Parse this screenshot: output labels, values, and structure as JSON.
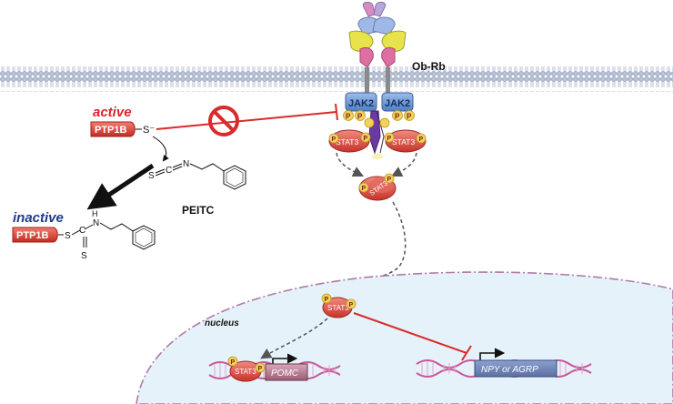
{
  "labels": {
    "receptor": "Ob-Rb",
    "kinase": "JAK2",
    "phospho": "P",
    "stat": "STAT3",
    "enzyme": "PTP1B",
    "active": "active",
    "inactive": "inactive",
    "inhibitor": "PEITC",
    "nucleus": "nucleus",
    "target_gene_1": "POMC",
    "target_gene_2": "NPY or AGRP"
  },
  "chem": {
    "thiolate": "S⁻",
    "sulfur": "S",
    "carbon": "C",
    "nitrogen": "N",
    "amine": "H",
    "amine_n": "N"
  },
  "colors": {
    "membrane": "#a9b4cc",
    "nucleus_fill": "#e6f2f9",
    "nucleus_border": "#b07aa6",
    "stat_red": "#e0584f",
    "phospho_yellow": "#f3d15a",
    "jak_blue": "#6f9bd1",
    "inhibit_red": "#d92b2b",
    "label_red": "#d8262a",
    "label_navy": "#1b3a8f",
    "dna_pink": "#c9589b"
  }
}
